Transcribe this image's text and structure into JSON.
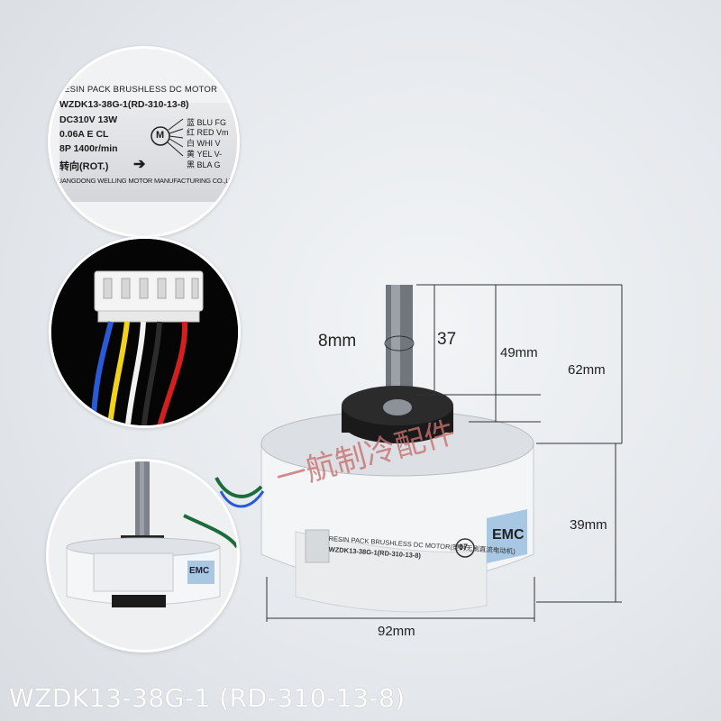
{
  "watermark": "一航制冷配件",
  "caption": "WZDK13-38G-1 (RD-310-13-8)",
  "label": {
    "line1": "RESIN PACK BRUSHLESS DC MOTOR",
    "line2": "WZDK13-38G-1(RD-310-13-8)",
    "line3": "DC310V   13W",
    "line4": "0.06A    E CL",
    "line5": "8P  1400r/min",
    "line6": "转向(ROT.)",
    "line7": "GUANGDONG WELLING MOTOR MANUFACTURING CO.,LTD",
    "wires": [
      "蓝 BLU FG",
      "红 RED Vm",
      "白 WHI V",
      "黄 YEL V-",
      "黑 BLA G"
    ],
    "motor_symbol": "M"
  },
  "dimensions": {
    "shaft_diameter": "8mm",
    "flat": "37",
    "shaft_height": "49mm",
    "total_height": "62mm",
    "body_height": "39mm",
    "body_width": "92mm"
  },
  "motor_label": {
    "title": "RESIN PACK BRUSHLESS DC MOTOR(塑封无刷直流电动机)",
    "model": "WZDK13-38G-1(RD-310-13-8)",
    "badge": "EMC",
    "round_badge": "07"
  },
  "colors": {
    "wire_blue": "#2a5bd7",
    "wire_yellow": "#f2d21b",
    "wire_white": "#f2f2f2",
    "wire_black": "#151515",
    "wire_red": "#d12020",
    "watermark": "#c87070",
    "emc_badge": "#a7c7e3"
  }
}
